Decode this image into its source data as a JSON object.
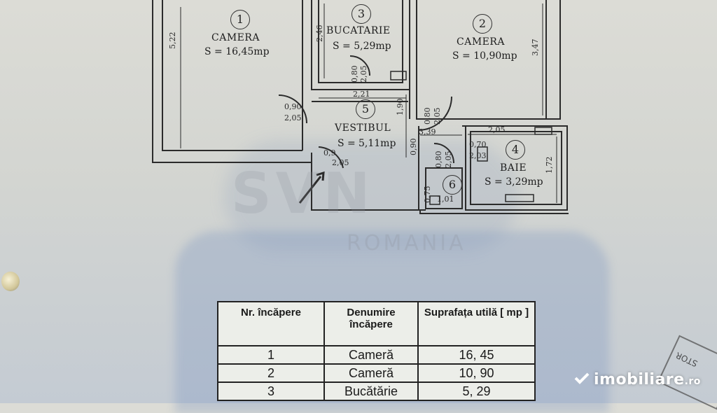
{
  "rooms": [
    {
      "number": "1",
      "name": "CAMERA",
      "area": "S = 16,45mp"
    },
    {
      "number": "2",
      "name": "CAMERA",
      "area": "S = 10,90mp"
    },
    {
      "number": "3",
      "name": "BUCATARIE",
      "area": "S = 5,29mp"
    },
    {
      "number": "4",
      "name": "BAIE",
      "area": "S = 3,29mp"
    },
    {
      "number": "5",
      "name": "VESTIBUL",
      "area": "5,11mp"
    },
    {
      "number": "6",
      "name": "",
      "area": ""
    }
  ],
  "dims": {
    "d522": "5,22",
    "d246": "2,46",
    "d347": "3,47",
    "d221": "2,21",
    "d190": "1,90",
    "d090_top": "0,90",
    "d205_a": "2,05",
    "d080_a": "0,80",
    "d205_b": "2,05",
    "d080_b": "0,80",
    "d205_c": "2,05",
    "d339": "3,39",
    "d205_d": "2,05",
    "d090_b": "0,90",
    "d080_c": "0,80",
    "d205_e": "2,05",
    "d070": "0,70",
    "d205_f": "2,03",
    "d172": "1,72",
    "d075": "0,75",
    "d101": "1,01",
    "d090_c": "0,9",
    "d205_g": "2,05",
    "s_dash": "S ="
  },
  "watermark": {
    "line1": "SVN",
    "line2": "ROMANIA"
  },
  "table": {
    "headers": [
      "Nr. încăpere",
      "Denumire încăpere",
      "Suprafața utilă [ mp ]"
    ],
    "rows": [
      [
        "1",
        "Cameră",
        "16, 45"
      ],
      [
        "2",
        "Cameră",
        "10, 90"
      ],
      [
        "3",
        "Bucătărie",
        "5, 29"
      ]
    ]
  },
  "brand": {
    "name": "imobiliare",
    "tld": ".ro"
  },
  "stamp": {
    "text": "STOR"
  }
}
